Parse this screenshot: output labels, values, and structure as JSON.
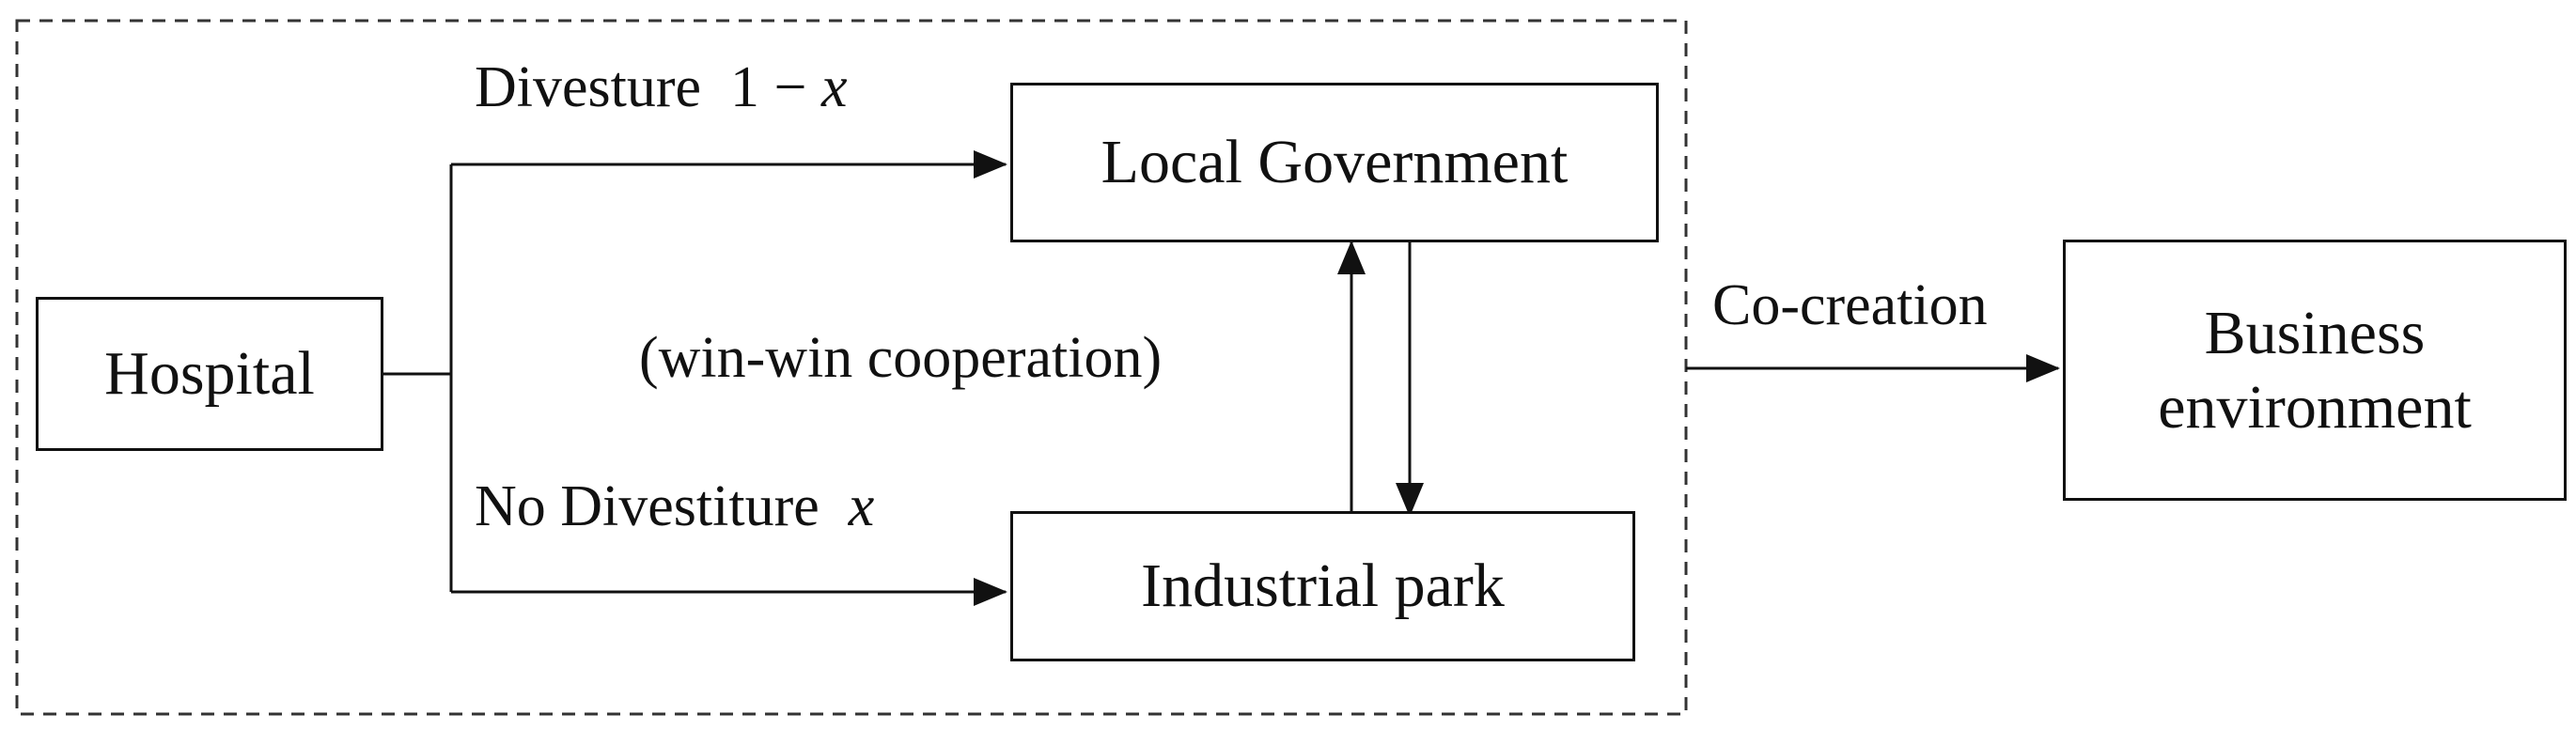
{
  "nodes": {
    "hospital": "Hospital",
    "local_government": "Local Government",
    "industrial_park": "Industrial park",
    "business_environment": {
      "line1": "Business",
      "line2": "environment"
    }
  },
  "edges": {
    "divesture": {
      "label": "Divesture",
      "prob_prefix": "1 −",
      "prob_var": "x"
    },
    "no_divestiture": {
      "label": "No Divestiture",
      "prob_var": "x"
    },
    "cooperation": "(win-win cooperation)",
    "co_creation": "Co-creation"
  },
  "style": {
    "stroke": "#111111",
    "background": "#ffffff"
  }
}
